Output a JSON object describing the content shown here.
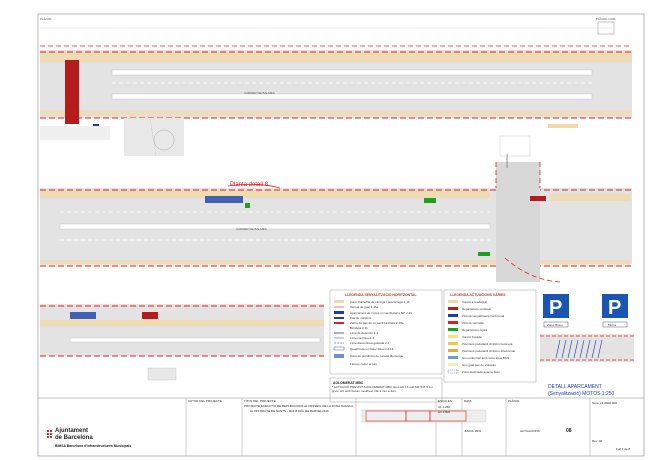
{
  "header": {
    "title_left": "PLÀNOL",
    "title_right": "PLÀNOL NUM."
  },
  "plan": {
    "street_label_top": "CARRER DE BALMES",
    "street_label_mid": "CARRER DE BALMES",
    "cross_street": "ACORDAL",
    "detail_callout": "Planta detall 8"
  },
  "legend_horizontal": {
    "title": "LLEGENDA SENYALITZACIÓ HORITZONTAL",
    "items": [
      "Zona Doble/fila de càrrega i descàrrega 2-15",
      "Senyal de gual 2-16a",
      "Aparcament de motos en semibateria 60° 2-19",
      "Pas de vianants",
      "Zebra de pas de un carril bicicleta 2-18a",
      "Bicicleta 2-11",
      "Línia de detenció 2-1",
      "Línia contínua 2-3",
      "Línia discontínua gastada 2-1",
      "Quadrícula en blanc diluent 2-18",
      "Zona de prohibició de parada diumenge",
      "Fletxes ceder el pas"
    ]
  },
  "legend_actuations": {
    "title": "LLEGENDA ACTUACIONS VÀRIES",
    "items": [
      "Vorera a readaptar",
      "Reparacions puntuals",
      "Pintura senyalització horitzontal",
      "Pintura vermella",
      "Reparacions rigola",
      "Vorera fresada",
      "Paviment podotàctil d=40cm botonera",
      "Paviment podotàctil d=40cm direccional",
      "Nou embornal amb reixa tipus BCN",
      "Nou gual pas de vianants",
      "Zona destinada aparca-bicis"
    ]
  },
  "aglomerat_box": {
    "title": "AGLOMERAT MBC",
    "text": "* ACTUACIÓ PREVIST A AGLOMERAT MBC tipus AC 16 surf 50/70 B 5 cm gruix, AC amb betum modificat, DE 3 mm a 4cm"
  },
  "parking_detail": {
    "sign_symbol": "P",
    "caption_line1": "DETALL APARCAMENT",
    "caption_line2": "(Senyalització) MOTOS 1:250",
    "plate_left": "Zona Motos",
    "plate_right": "Motos"
  },
  "title_block": {
    "org_name_line1": "Ajuntament",
    "org_name_line2": "de Barcelona",
    "entity": "BIMSA Barcelona d'Infraestructures Municipals",
    "authors_label": "AUTOR DEL PROJECTE",
    "project_label": "TÍTOL DEL PROJECTE",
    "project_title": "PROJECTE EXECUTIU DE REPARACIONS AL PASSEIG DE LA ZONA FRANCA,",
    "project_subtitle": "AL DISTRICTE DE SANTS - MONTJUÏC DE BARCELONA",
    "scale_label": "ESCALES",
    "scale_a1": "A1 1:250",
    "scale_a3": "A3 1:500",
    "date_label": "DATA",
    "date_value": "JULIOL 2021",
    "plan_label": "PLÀNOL",
    "plan_name": "ACTUACIONS",
    "plan_num": "08",
    "sheet_label": "Full 3 de 8",
    "codes": "Núm. 21-0000-000",
    "revision": "Rev. 00"
  }
}
